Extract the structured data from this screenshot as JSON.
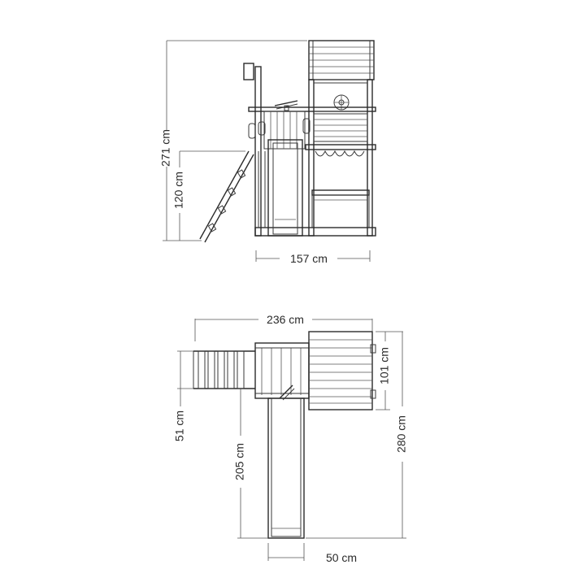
{
  "front_view": {
    "total_height": "271 cm",
    "platform_height": "120 cm",
    "width": "157 cm"
  },
  "top_view": {
    "total_width": "236 cm",
    "tower_depth": "101 cm",
    "ladder_width": "51 cm",
    "slide_length": "205 cm",
    "total_depth": "280 cm",
    "slide_width": "50 cm"
  }
}
